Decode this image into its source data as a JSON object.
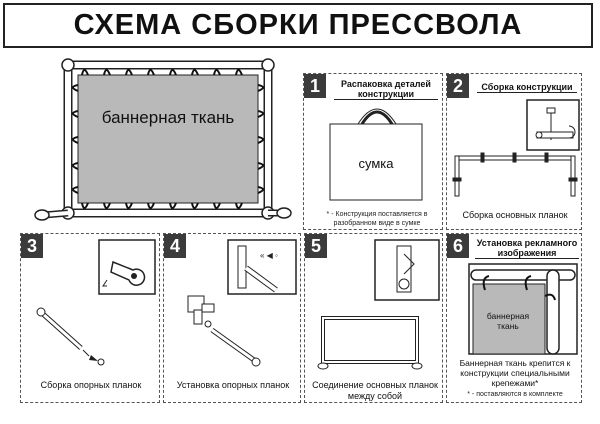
{
  "title": "СХЕМА СБОРКИ ПРЕССВОЛА",
  "hero": {
    "fabric_label": "баннерная ткань"
  },
  "steps": [
    {
      "number": "1",
      "header": "Распаковка деталей конструкции",
      "bag_label": "сумка",
      "note": "* - Конструкция поставляется в разобранном виде в сумке"
    },
    {
      "number": "2",
      "header": "Сборка конструкции",
      "caption": "Сборка основных планок"
    },
    {
      "number": "3",
      "caption": "Сборка опорных планок"
    },
    {
      "number": "4",
      "caption": "Установка опорных планок"
    },
    {
      "number": "5",
      "caption": "Соединение основных планок между собой"
    },
    {
      "number": "6",
      "header": "Установка рекламного изображения",
      "fabric_label": "баннерная ткань",
      "caption": "Баннерная ткань крепится к конструкции специальными крепежами*",
      "note": "* - поставляются в комплекте"
    }
  ],
  "colors": {
    "fabric": "#b9b9b9",
    "frame": "#ffffff",
    "outline": "#222222",
    "badge": "#3b3b3b"
  }
}
